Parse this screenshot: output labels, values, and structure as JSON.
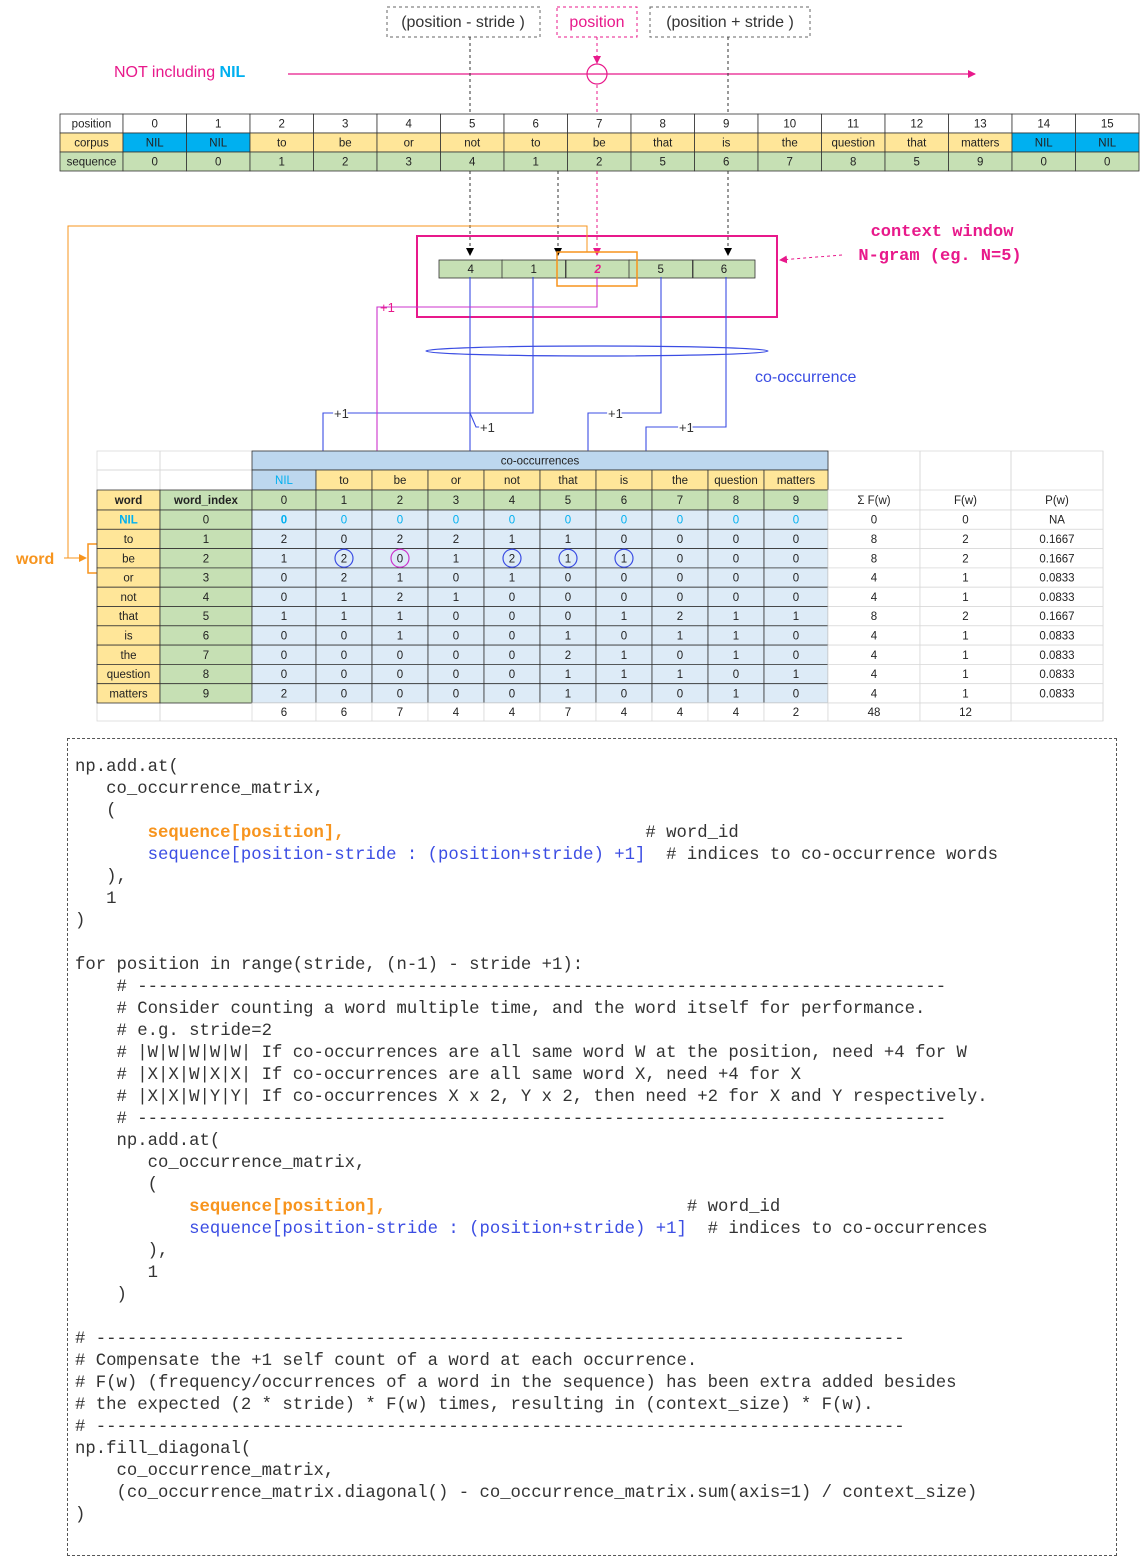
{
  "labels": {
    "pos_minus": "(position - stride )",
    "pos": "position",
    "pos_plus": "(position + stride )",
    "not_including": "NOT including ",
    "nil": "NIL",
    "context_window": "context window",
    "ngram": "N-gram (eg. N=5)",
    "cooccurrence": "co-occurrence",
    "word": "word",
    "plus_one": "+1"
  },
  "corpus_table": {
    "row_labels": [
      "position",
      "corpus",
      "sequence"
    ],
    "positions": [
      "0",
      "1",
      "2",
      "3",
      "4",
      "5",
      "6",
      "7",
      "8",
      "9",
      "10",
      "11",
      "12",
      "13",
      "14",
      "15"
    ],
    "corpus": [
      "NIL",
      "NIL",
      "to",
      "be",
      "or",
      "not",
      "to",
      "be",
      "that",
      "is",
      "the",
      "question",
      "that",
      "matters",
      "NIL",
      "NIL"
    ],
    "sequence": [
      "0",
      "0",
      "1",
      "2",
      "3",
      "4",
      "1",
      "2",
      "5",
      "6",
      "7",
      "8",
      "5",
      "9",
      "0",
      "0"
    ]
  },
  "window": [
    "4",
    "1",
    "2",
    "5",
    "6"
  ],
  "matrix": {
    "group_header": "co-occurrences",
    "col_words": [
      "NIL",
      "to",
      "be",
      "or",
      "not",
      "that",
      "is",
      "the",
      "question",
      "matters"
    ],
    "col_index": [
      "0",
      "1",
      "2",
      "3",
      "4",
      "5",
      "6",
      "7",
      "8",
      "9"
    ],
    "head_word": "word",
    "head_index": "word_index",
    "head_sum": "Σ F(w)",
    "head_f": "F(w)",
    "head_p": "P(w)",
    "rows": [
      {
        "w": "NIL",
        "i": "0",
        "v": [
          "0",
          "0",
          "0",
          "0",
          "0",
          "0",
          "0",
          "0",
          "0",
          "0"
        ],
        "s": "0",
        "f": "0",
        "p": "NA"
      },
      {
        "w": "to",
        "i": "1",
        "v": [
          "2",
          "0",
          "2",
          "2",
          "1",
          "1",
          "0",
          "0",
          "0",
          "0"
        ],
        "s": "8",
        "f": "2",
        "p": "0.1667"
      },
      {
        "w": "be",
        "i": "2",
        "v": [
          "1",
          "2",
          "0",
          "1",
          "2",
          "1",
          "1",
          "0",
          "0",
          "0"
        ],
        "s": "8",
        "f": "2",
        "p": "0.1667"
      },
      {
        "w": "or",
        "i": "3",
        "v": [
          "0",
          "2",
          "1",
          "0",
          "1",
          "0",
          "0",
          "0",
          "0",
          "0"
        ],
        "s": "4",
        "f": "1",
        "p": "0.0833"
      },
      {
        "w": "not",
        "i": "4",
        "v": [
          "0",
          "1",
          "2",
          "1",
          "0",
          "0",
          "0",
          "0",
          "0",
          "0"
        ],
        "s": "4",
        "f": "1",
        "p": "0.0833"
      },
      {
        "w": "that",
        "i": "5",
        "v": [
          "1",
          "1",
          "1",
          "0",
          "0",
          "0",
          "1",
          "2",
          "1",
          "1"
        ],
        "s": "8",
        "f": "2",
        "p": "0.1667"
      },
      {
        "w": "is",
        "i": "6",
        "v": [
          "0",
          "0",
          "1",
          "0",
          "0",
          "1",
          "0",
          "1",
          "1",
          "0"
        ],
        "s": "4",
        "f": "1",
        "p": "0.0833"
      },
      {
        "w": "the",
        "i": "7",
        "v": [
          "0",
          "0",
          "0",
          "0",
          "0",
          "2",
          "1",
          "0",
          "1",
          "0"
        ],
        "s": "4",
        "f": "1",
        "p": "0.0833"
      },
      {
        "w": "question",
        "i": "8",
        "v": [
          "0",
          "0",
          "0",
          "0",
          "0",
          "1",
          "1",
          "1",
          "0",
          "1"
        ],
        "s": "4",
        "f": "1",
        "p": "0.0833"
      },
      {
        "w": "matters",
        "i": "9",
        "v": [
          "2",
          "0",
          "0",
          "0",
          "0",
          "1",
          "0",
          "0",
          "1",
          "0"
        ],
        "s": "4",
        "f": "1",
        "p": "0.0833"
      }
    ],
    "totals": [
      "6",
      "6",
      "7",
      "4",
      "4",
      "7",
      "4",
      "4",
      "4",
      "2"
    ],
    "total_sum": "48",
    "total_f": "12"
  },
  "code": {
    "add_at_call": "np.add.at(",
    "matrix_arg": "co_occurrence_matrix,",
    "open_paren": "(",
    "seq_pos": "sequence[position],",
    "seq_range": "sequence[position-stride : (position+stride) +1]",
    "c_word_id": "# word_id",
    "c_indices_words": "# indices to co-occurrence words",
    "c_indices": "# indices to co-occurrences",
    "tuple_close": "),",
    "one": "1",
    "close_paren": ")",
    "for_line": "for position in range(stride, (n-1) - stride +1):",
    "dashes_long": "# ------------------------------------------------------------------------------",
    "comment1": "# Consider counting a word multiple time, and the word itself for performance.",
    "comment2": "# e.g. stride=2",
    "comment3": "# |W|W|W|W|W| If co-occurrences are all same word W at the position, need +4 for W",
    "comment4": "# |X|X|W|X|X| If co-occurrences are all same word X, need +4 for X",
    "comment5": "# |X|X|W|Y|Y| If co-occurrences X x 2, Y x 2, then need +2 for X and Y respectively.",
    "comment6": "# Compensate the +1 self count of a word at each occurrence.",
    "comment7": "# F(w) (frequency/occurrences of a word in the sequence) has been extra added besides",
    "comment8": "# the expected (2 * stride) * F(w) times, resulting in (context_size) * F(w).",
    "fill_call": "np.fill_diagonal(",
    "fill_arg1": "co_occurrence_matrix,",
    "fill_arg2": "(co_occurrence_matrix.diagonal() - co_occurrence_matrix.sum(axis=1) / context_size)"
  },
  "colors": {
    "pink": "#e8198b",
    "orange": "#f7941d",
    "blue": "#3b4de3",
    "cyan": "#00b0f0",
    "green_cell": "#c6e0b4",
    "yellow_cell": "#ffe699",
    "blue_header": "#bdd7ee",
    "light_blue_cell": "#ddebf7"
  }
}
